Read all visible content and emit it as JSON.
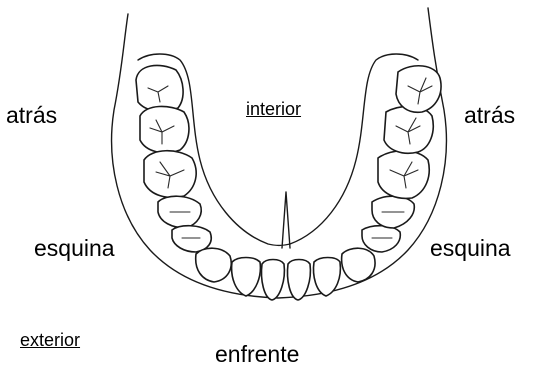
{
  "labels": {
    "back_left": "atrás",
    "back_right": "atrás",
    "inner": "interior",
    "corner_left": "esquina",
    "corner_right": "esquina",
    "outer": "exterior",
    "front": "enfrente"
  }
}
